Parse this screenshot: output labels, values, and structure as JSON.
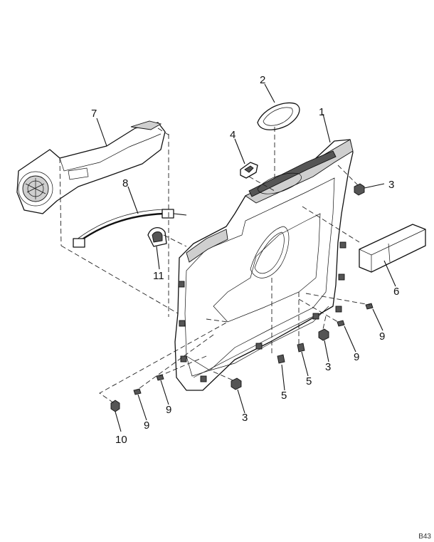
{
  "diagram": {
    "callouts": {
      "c1": "1",
      "c2": "2",
      "c3a": "3",
      "c3b": "3",
      "c3c": "3",
      "c4": "4",
      "c5a": "5",
      "c5b": "5",
      "c6": "6",
      "c7": "7",
      "c8": "8",
      "c9a": "9",
      "c9b": "9",
      "c9c": "9",
      "c9d": "9",
      "c10": "10",
      "c11": "11"
    },
    "corner_code": "B43"
  }
}
